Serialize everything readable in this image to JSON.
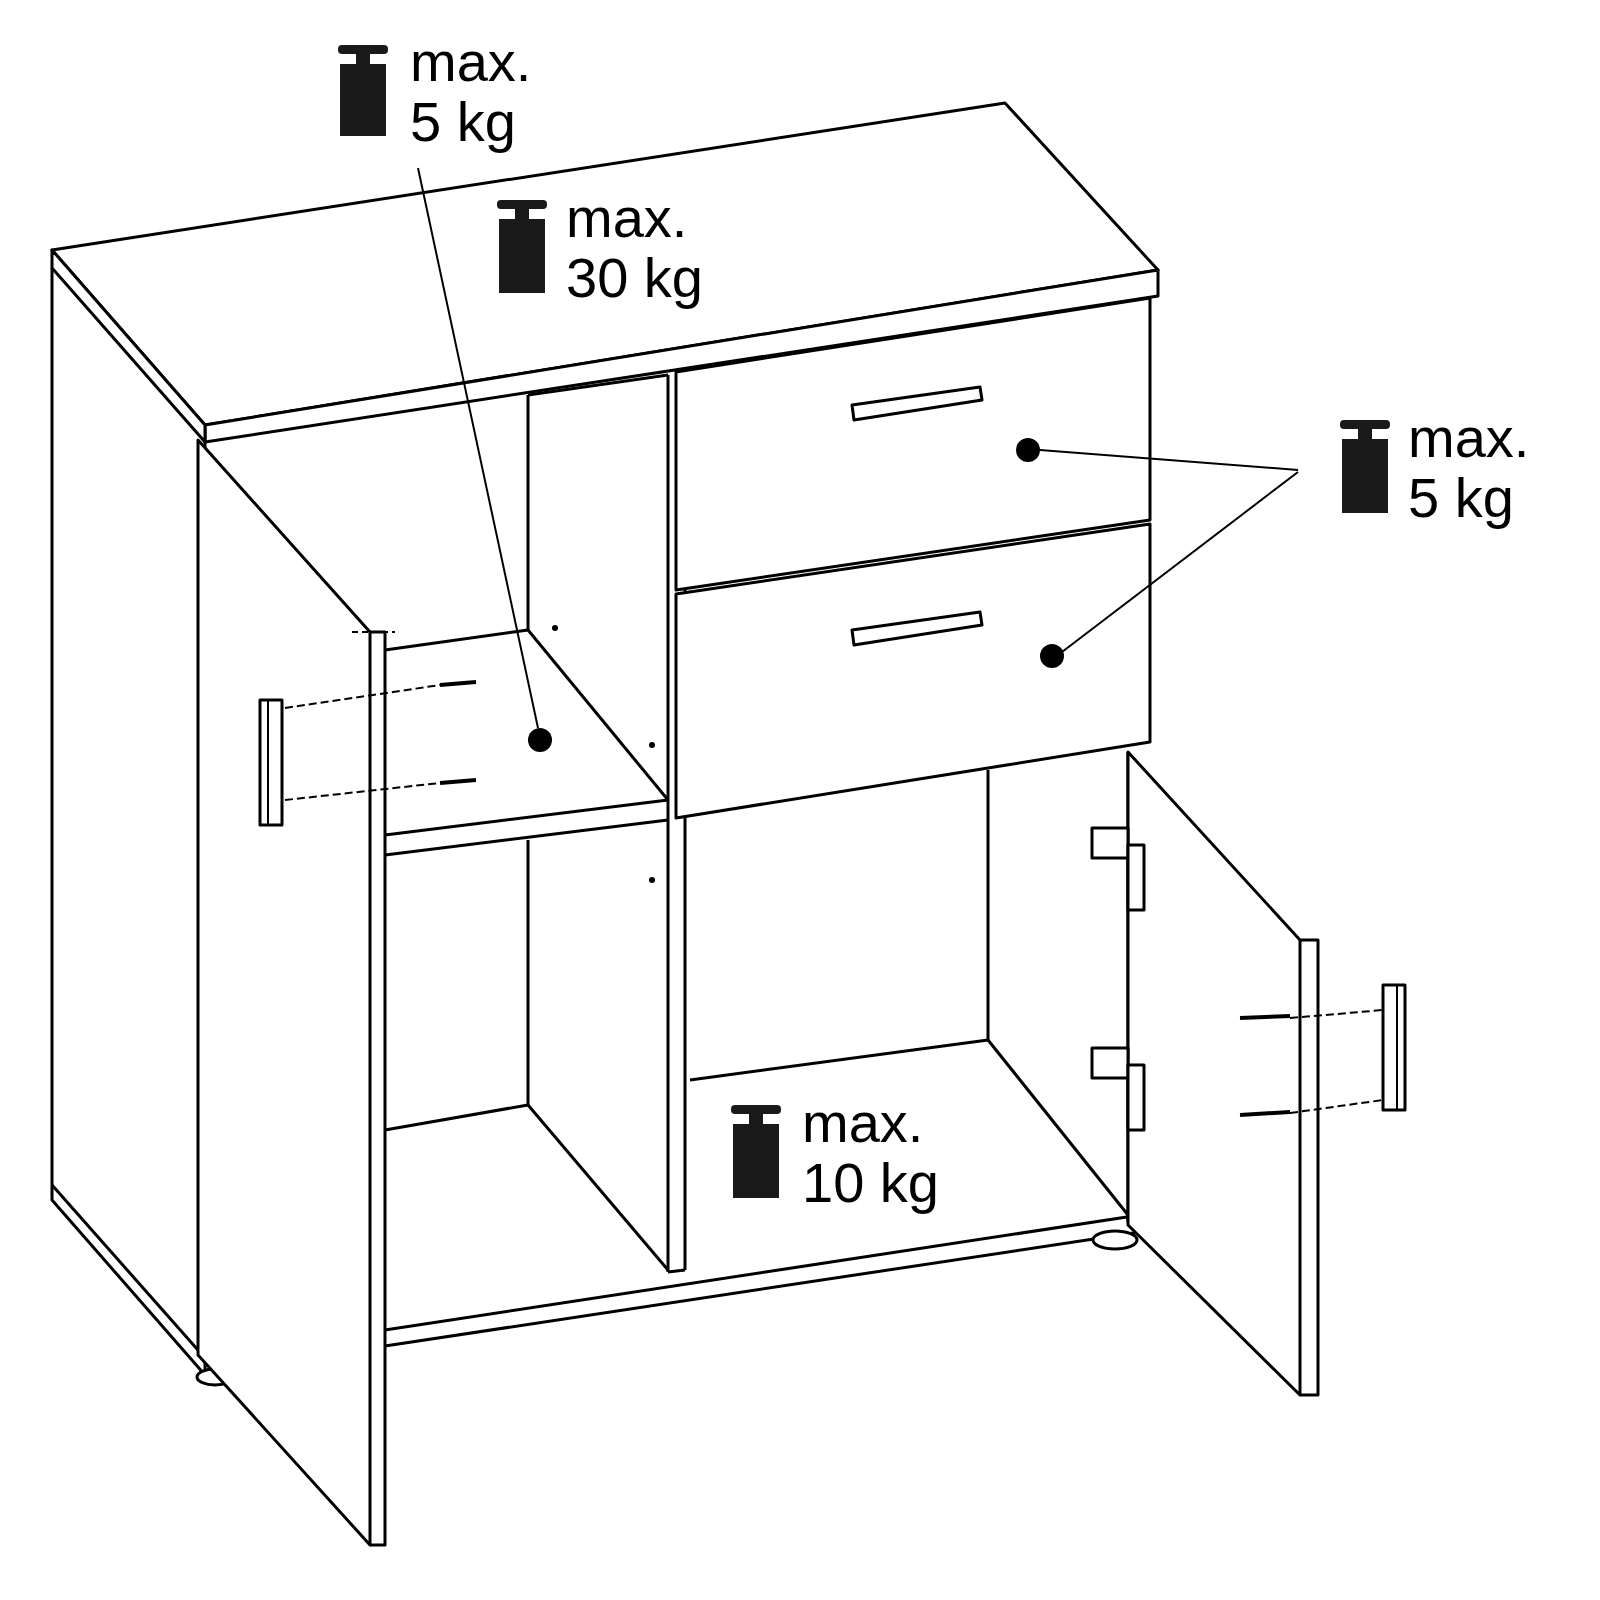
{
  "diagram": {
    "labels": [
      "max. 5 kg",
      "max. 30 kg",
      "max. 5 kg",
      "max. 10 kg"
    ]
  }
}
